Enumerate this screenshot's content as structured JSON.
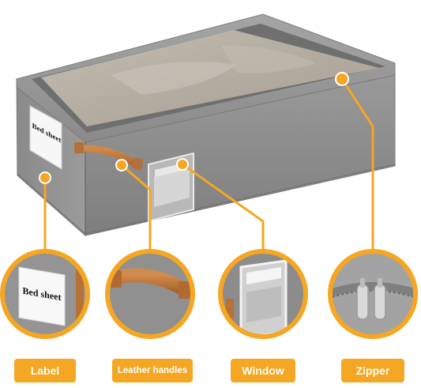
{
  "product": {
    "tag_text": "Bed sheet"
  },
  "features": [
    {
      "name": "label",
      "title": "Label"
    },
    {
      "name": "leather-handles",
      "title": "Leather handles"
    },
    {
      "name": "window",
      "title": "Window"
    },
    {
      "name": "zipper",
      "title": "Zipper"
    }
  ],
  "colors": {
    "accent": "#F5A623",
    "box_gray": "#8e8e8e",
    "felt_beige": "#b9b1a6",
    "leather": "#c07a40"
  }
}
